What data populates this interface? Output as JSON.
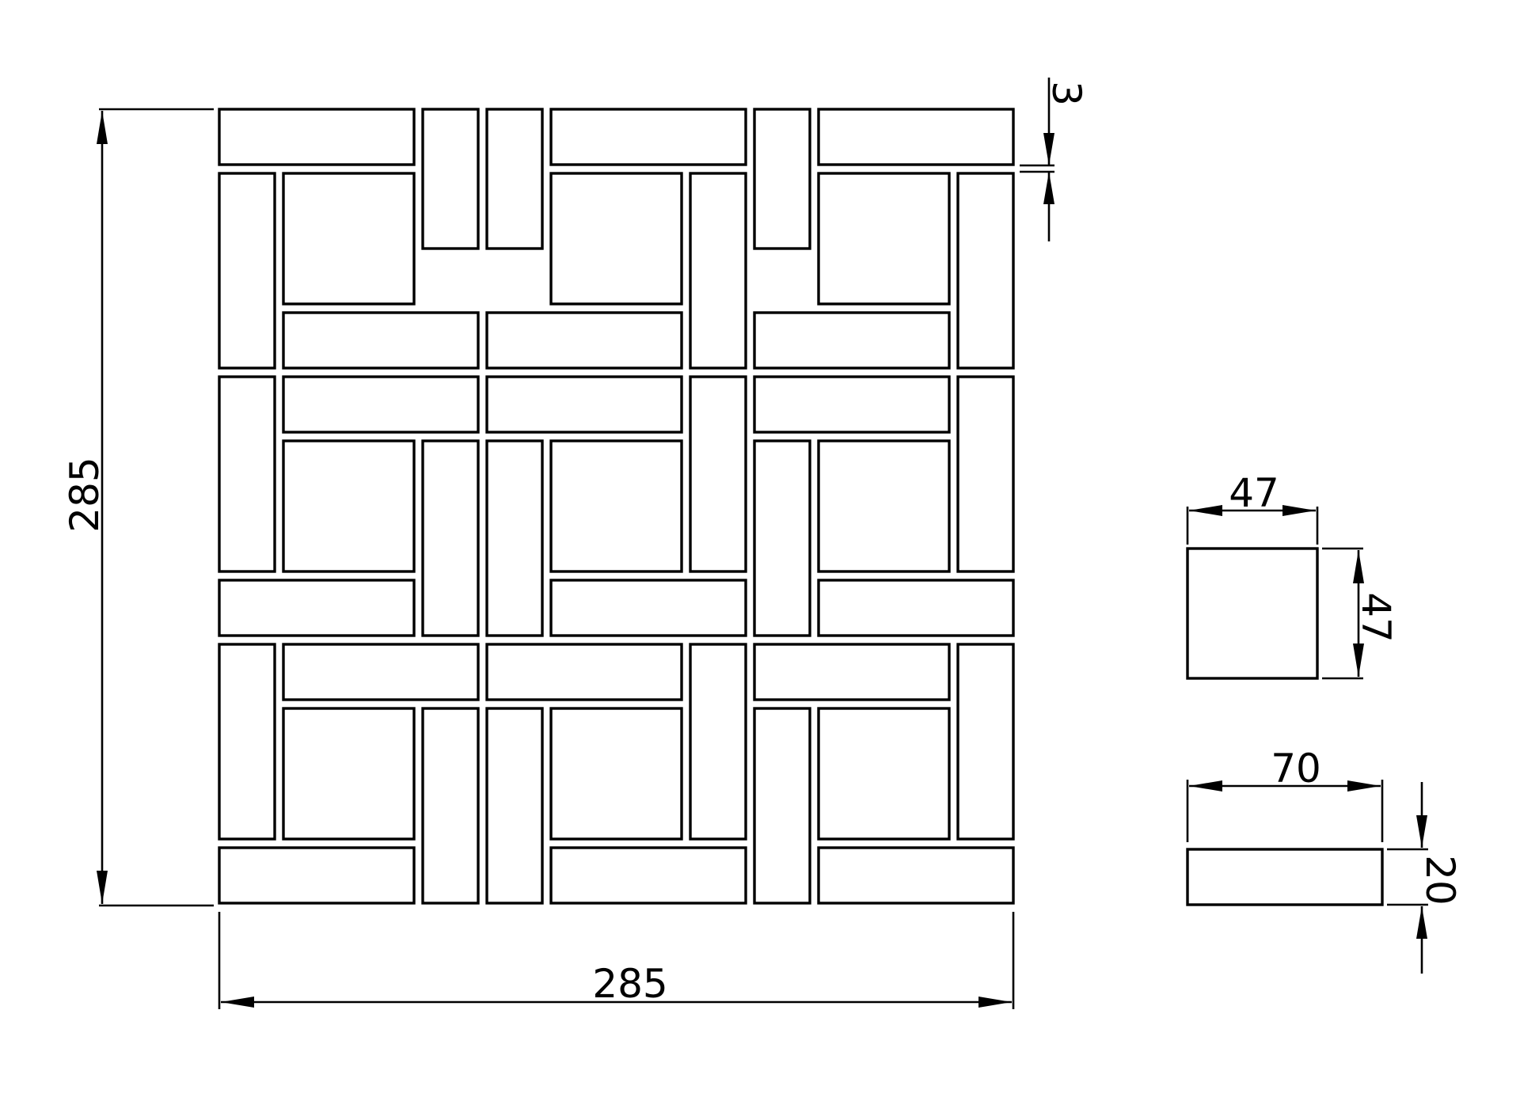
{
  "dimensions": {
    "overall_width": "285",
    "overall_height": "285",
    "joint_gap": "3",
    "square_width": "47",
    "square_height": "47",
    "rect_width": "70",
    "rect_height": "20"
  },
  "colors": {
    "line": "#000000",
    "background": "#ffffff"
  }
}
